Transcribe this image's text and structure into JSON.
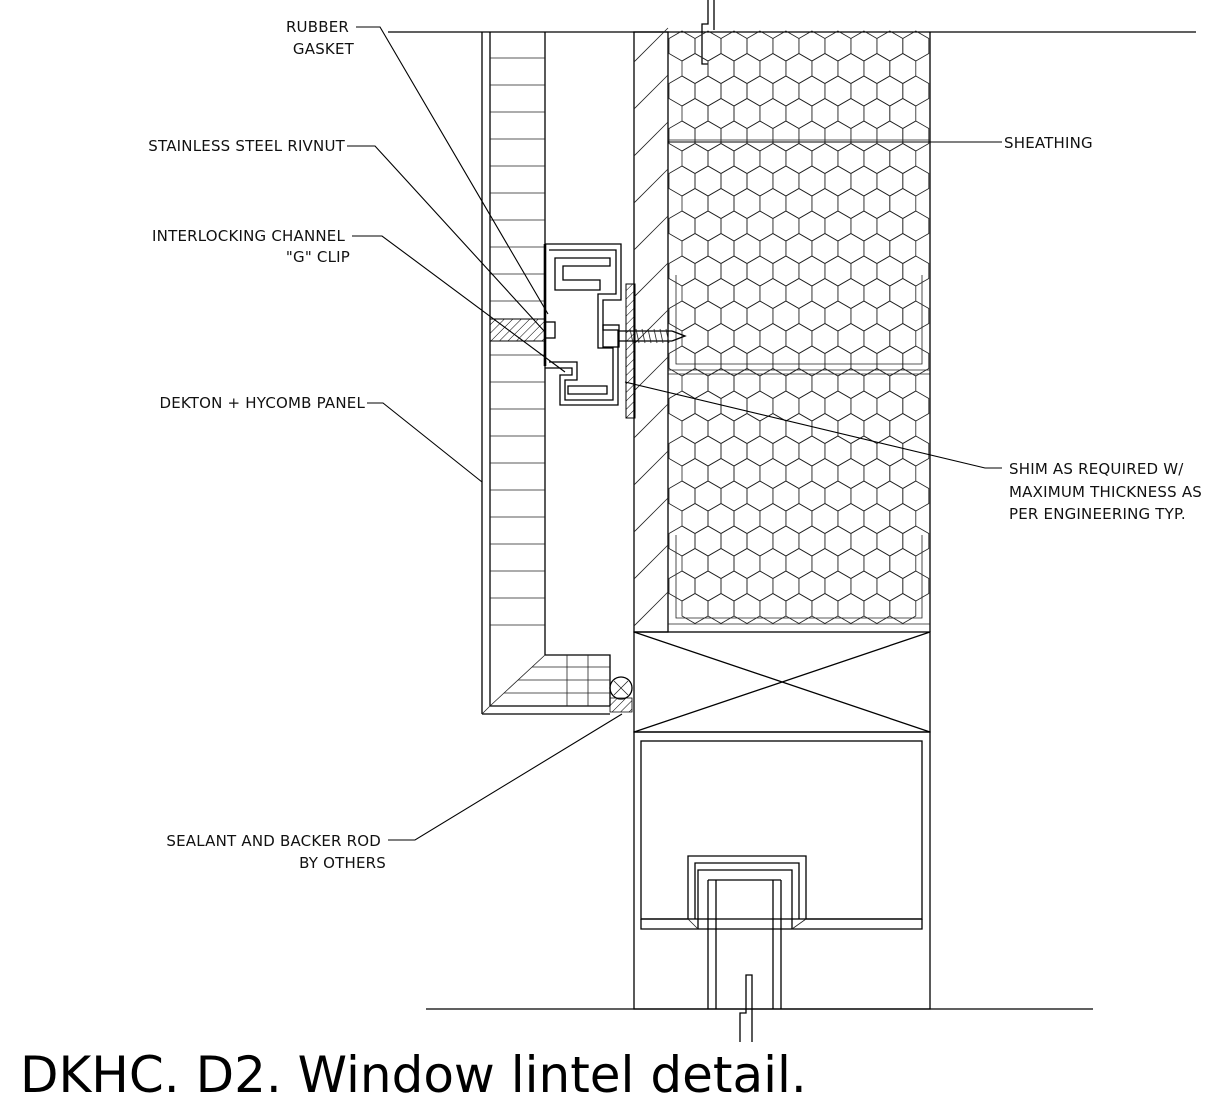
{
  "title": "DKHC. D2.  Window lintel detail.",
  "labels": {
    "rubber_gasket": [
      "RUBBER",
      "GASKET"
    ],
    "rivnut": "STAINLESS STEEL RIVNUT",
    "g_clip": [
      "INTERLOCKING CHANNEL",
      "\"G\" CLIP"
    ],
    "panel": "DEKTON + HYCOMB PANEL",
    "sealant": [
      "SEALANT AND BACKER ROD",
      "BY OTHERS"
    ],
    "sheathing": "SHEATHING",
    "shim": [
      "SHIM AS REQUIRED W/",
      "MAXIMUM THICKNESS AS",
      "PER ENGINEERING TYP."
    ]
  },
  "colors": {
    "line": "#000000",
    "background": "#ffffff"
  }
}
